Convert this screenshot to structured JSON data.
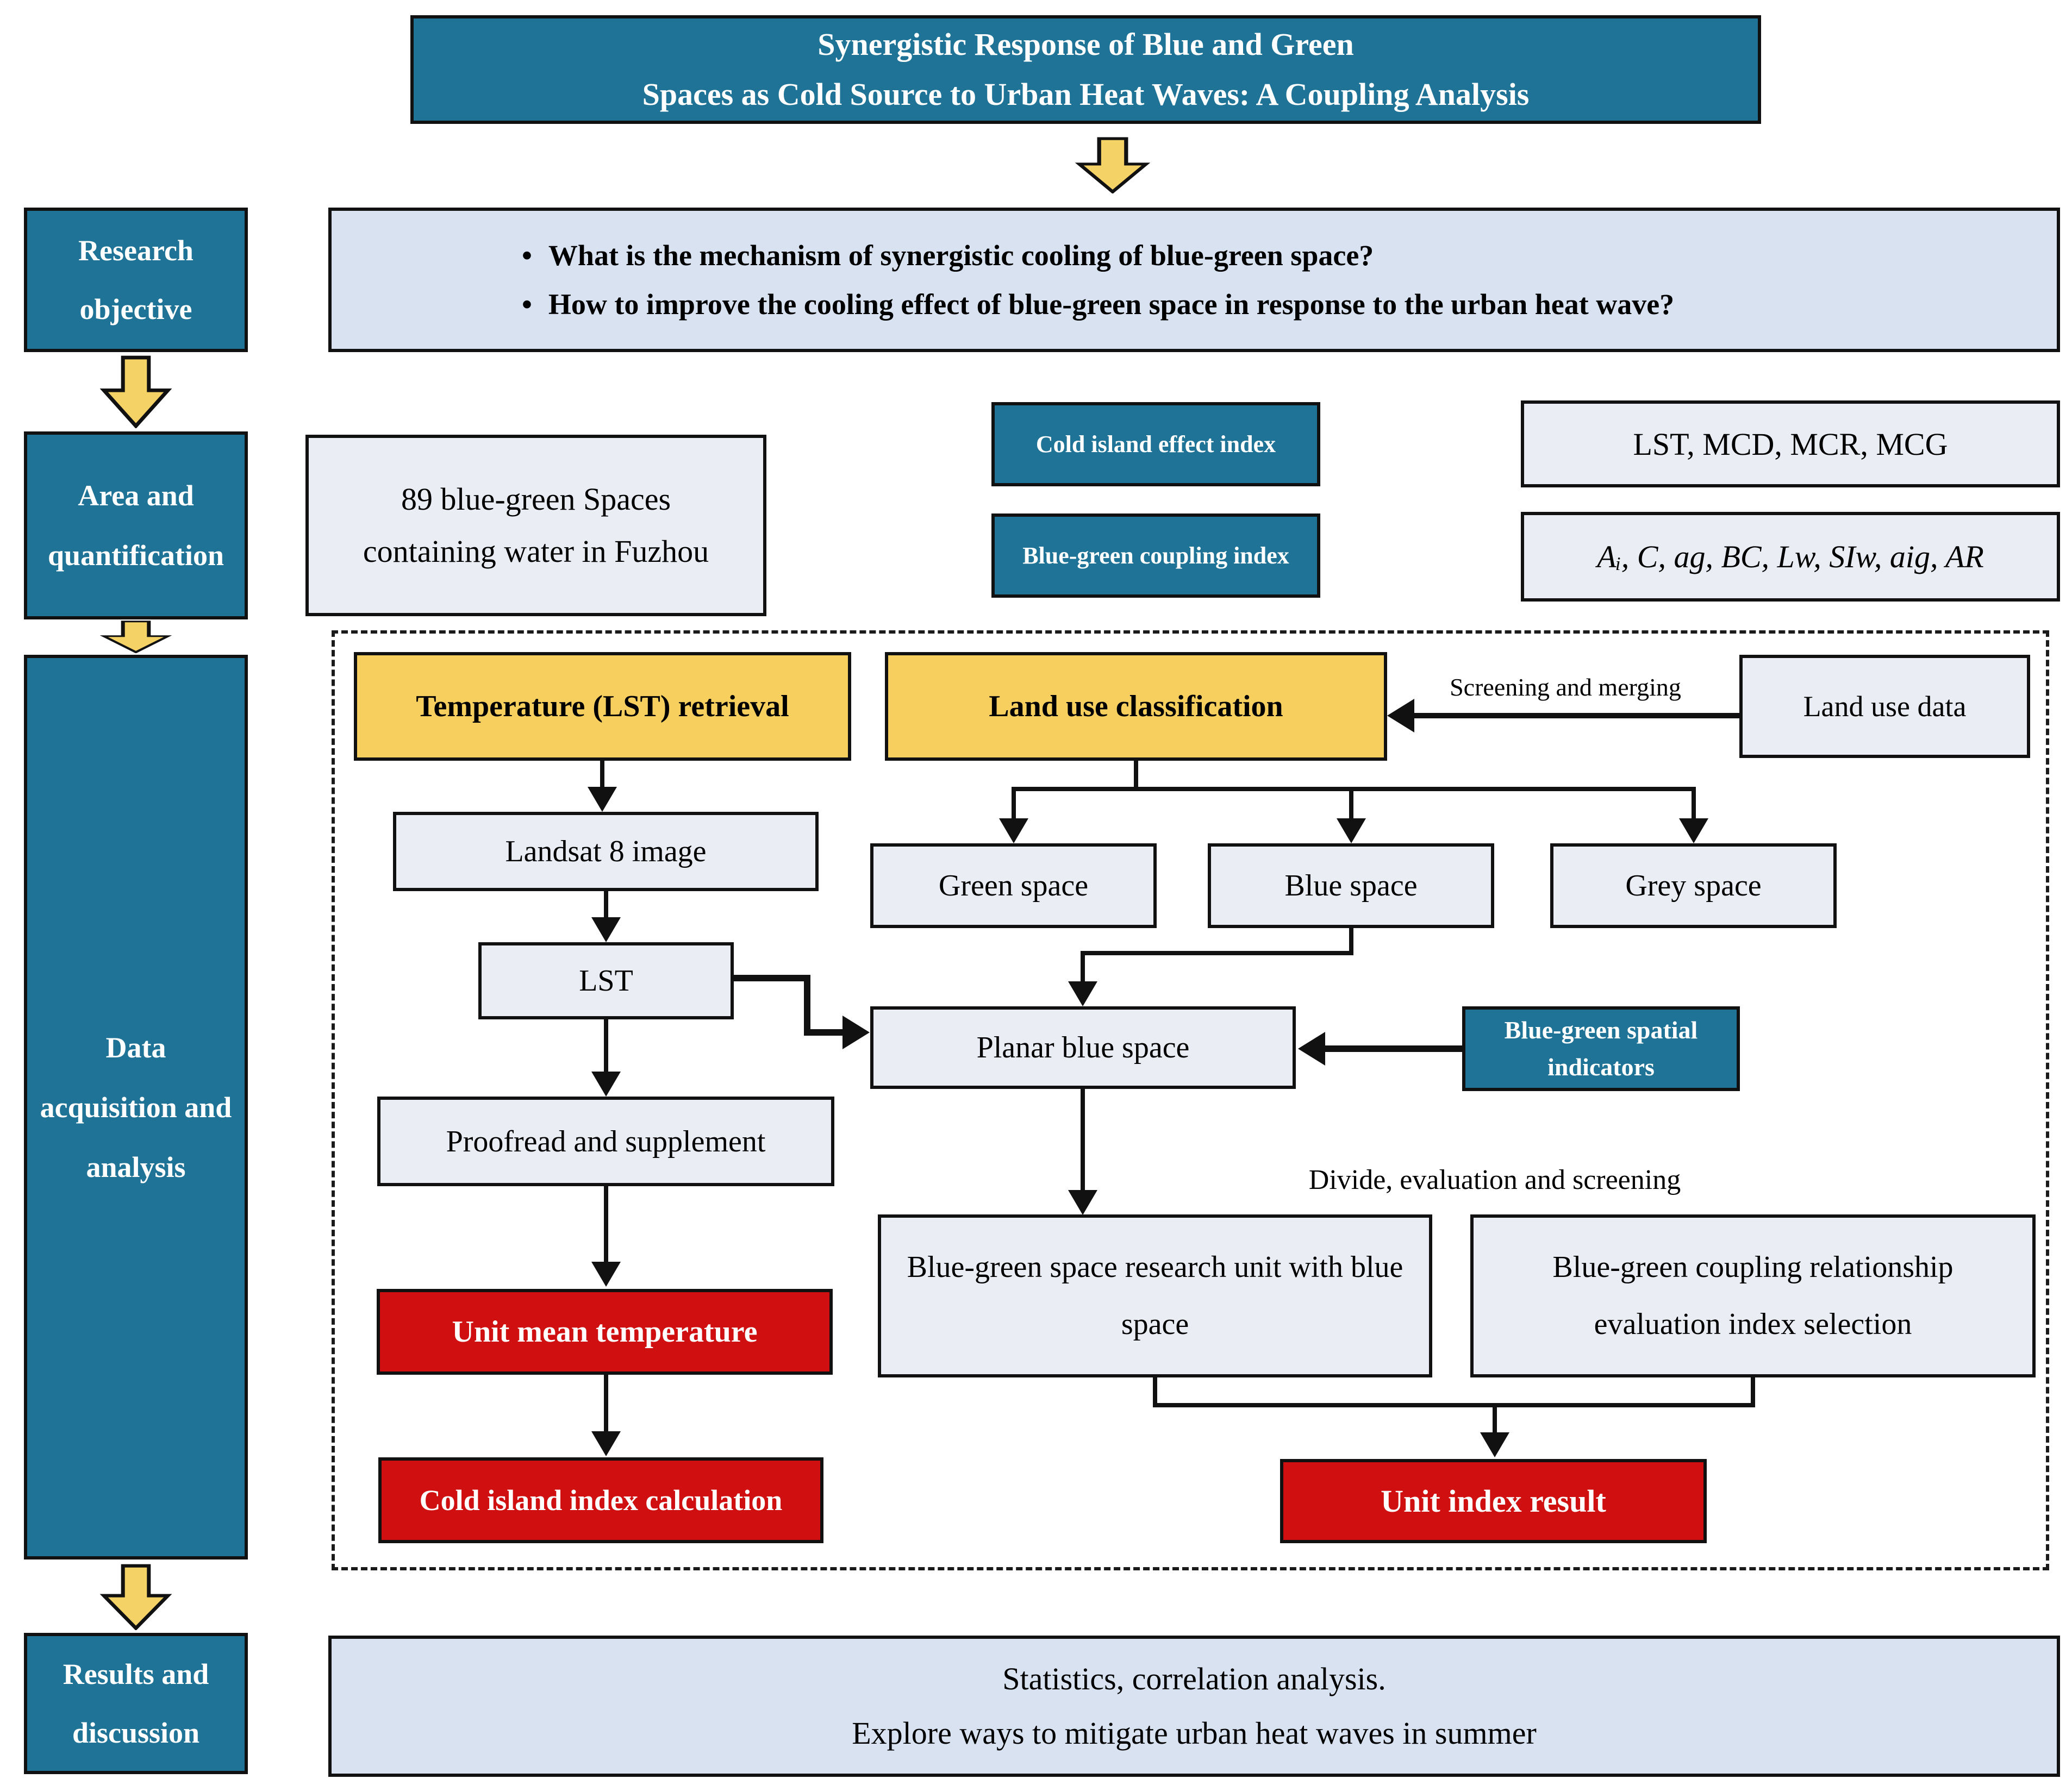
{
  "title": {
    "line1": "Synergistic Response of Blue and Green",
    "line2": "Spaces as Cold Source to Urban Heat Waves: A Coupling Analysis"
  },
  "sidebar": {
    "research_objective": "Research objective",
    "area_quantification": "Area and quantification",
    "data_acquisition": "Data acquisition and analysis",
    "results_discussion": "Results and discussion"
  },
  "objectives": {
    "items": [
      "What is the mechanism of synergistic cooling of blue-green space?",
      "How to improve the cooling effect of blue-green space in response to the urban heat wave?"
    ]
  },
  "area_row": {
    "study_area": "89 blue-green Spaces containing water in Fuzhou",
    "cold_island_index_label": "Cold island effect index",
    "cold_island_indicators": "LST, MCD, MCR, MCG",
    "coupling_index_label": "Blue-green coupling index",
    "coupling_indicators": "Aᵢ, C, ag, BC, Lw, SIw, aig, AR"
  },
  "pipeline": {
    "lst_retrieval": "Temperature (LST) retrieval",
    "land_use_classification": "Land use classification",
    "land_use_data": "Land use data",
    "screening_merging": "Screening and merging",
    "landsat": "Landsat 8 image",
    "lst": "LST",
    "proofread": "Proofread and supplement",
    "unit_mean_temp": "Unit mean temperature",
    "cold_island_calc": "Cold island index calculation",
    "green_space": "Green space",
    "blue_space": "Blue space",
    "grey_space": "Grey space",
    "planar_blue": "Planar blue space",
    "spatial_indicators": "Blue-green spatial indicators",
    "divide_label": "Divide, evaluation and screening",
    "research_unit": "Blue-green space research unit with blue space",
    "index_selection": "Blue-green coupling relationship evaluation index selection",
    "unit_index_result": "Unit index result"
  },
  "results": {
    "line1": "Statistics, correlation analysis.",
    "line2": "Explore ways to mitigate urban heat waves in summer"
  },
  "colors": {
    "teal": "#1E7396",
    "red": "#D01010",
    "yellow_box": "#F6CF5F",
    "arrow_yellow": "#F5D265",
    "light_blue": "#D8E2F1",
    "light_gray": "#EAEDF3",
    "line": "#111111"
  }
}
